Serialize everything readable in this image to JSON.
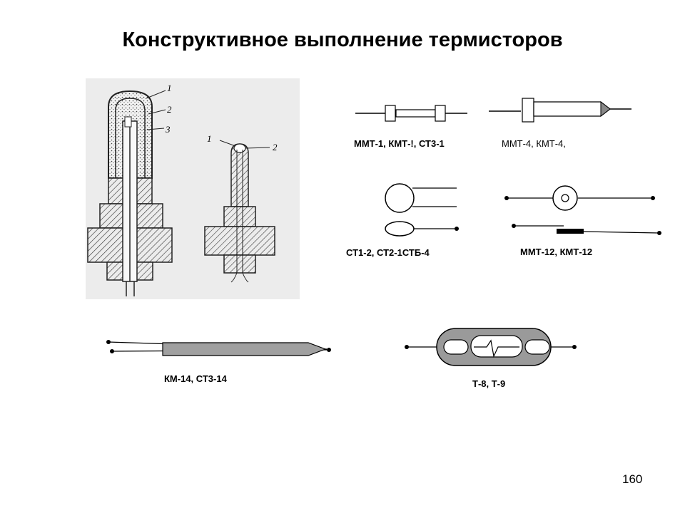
{
  "slide": {
    "title": "Конструктивное выполнение термисторов",
    "page_number": "160"
  },
  "cross_section": {
    "left_callouts": [
      "1",
      "2",
      "3"
    ],
    "right_callouts": [
      "1",
      "2"
    ]
  },
  "labels": {
    "mmt1": "ММТ-1, КМТ-!, СТ3-1",
    "mmt4": "ММТ-4, КМТ-4,",
    "st1": "СТ1-2, СТ2-1СТБ-4",
    "mmt12": "ММТ-12, КМТ-12",
    "km14": "КМ-14, СТ3-14",
    "t8": "Т-8, Т-9"
  },
  "colors": {
    "hatch_background": "#e8e8e8",
    "probe_fill": "#a0a0a0",
    "t8_body": "#9a9a9a"
  }
}
